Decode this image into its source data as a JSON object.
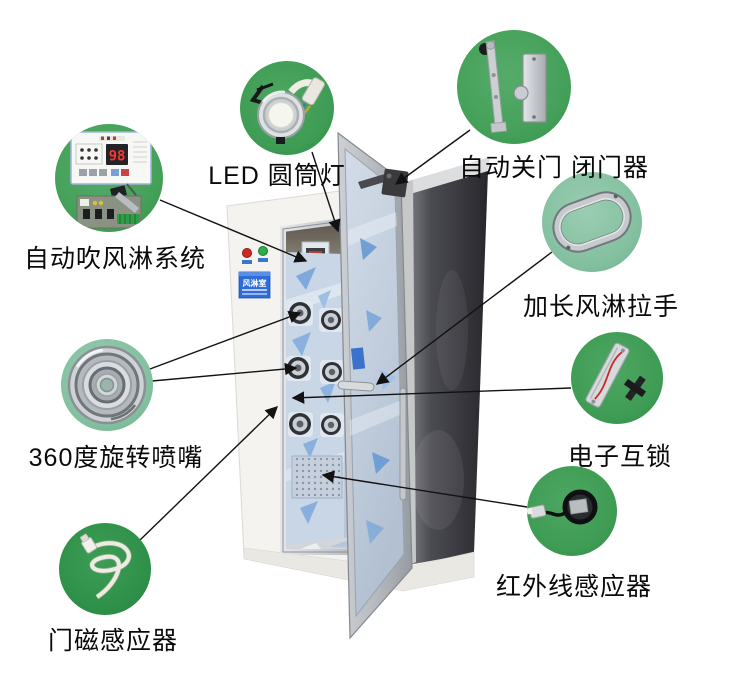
{
  "figure_type": "product-callout-diagram",
  "product": "风淋室 (air shower cleanroom booth)",
  "machine": {
    "front_sticker_label": "风淋室",
    "indicator_light_colors": {
      "red": "#cc2a22",
      "green": "#2fae47"
    },
    "body_color": "#f4f3f0",
    "side_panel_color": "#3a3a40",
    "interior_film_color": "#c9d6e6"
  },
  "callouts": [
    {
      "id": "auto-blower-system",
      "label": "自动吹风淋系统",
      "photo": "controller-panel-and-pcb-photo",
      "circle_color": "#48a25c",
      "display_value": "98"
    },
    {
      "id": "led-light",
      "label": "LED 圆筒灯",
      "photo": "led-downlight-photo",
      "circle_color": "#43a058"
    },
    {
      "id": "auto-door-closer",
      "label": "自动关门 闭门器",
      "photo": "door-closer-photo",
      "circle_color": "#48a25c"
    },
    {
      "id": "extended-handle",
      "label": "加长风淋拉手",
      "photo": "steel-handle-photo",
      "circle_color": "#85c1a2"
    },
    {
      "id": "electronic-interlock",
      "label": "电子互锁",
      "photo": "interlock-latch-photo",
      "circle_color": "#43a058"
    },
    {
      "id": "infrared-sensor",
      "label": "红外线感应器",
      "photo": "infrared-sensor-photo",
      "circle_color": "#3d9c55"
    },
    {
      "id": "rotating-nozzle",
      "label": "360度旋转喷嘴",
      "photo": "chrome-nozzle-photo",
      "circle_color": "#8ac2a6"
    },
    {
      "id": "door-magnet-sensor",
      "label": "门磁感应器",
      "photo": "white-cable-sensor-photo",
      "circle_color": "#2f9049"
    }
  ]
}
